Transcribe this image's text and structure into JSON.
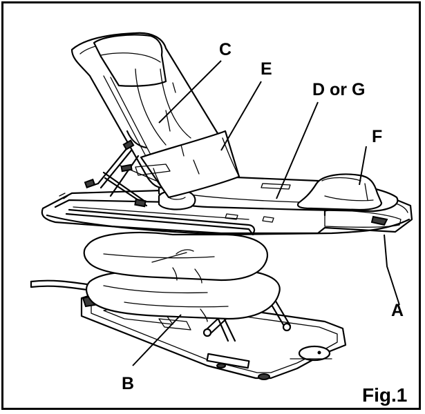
{
  "figure": {
    "label": "Fig.1",
    "subject": "bath-lift-chair"
  },
  "callouts": {
    "a": "A",
    "b": "B",
    "c": "C",
    "d": "D or G",
    "e": "E",
    "f": "F"
  },
  "colors": {
    "line": "#000000",
    "background": "#ffffff",
    "shadow": "#3a3a3a"
  }
}
